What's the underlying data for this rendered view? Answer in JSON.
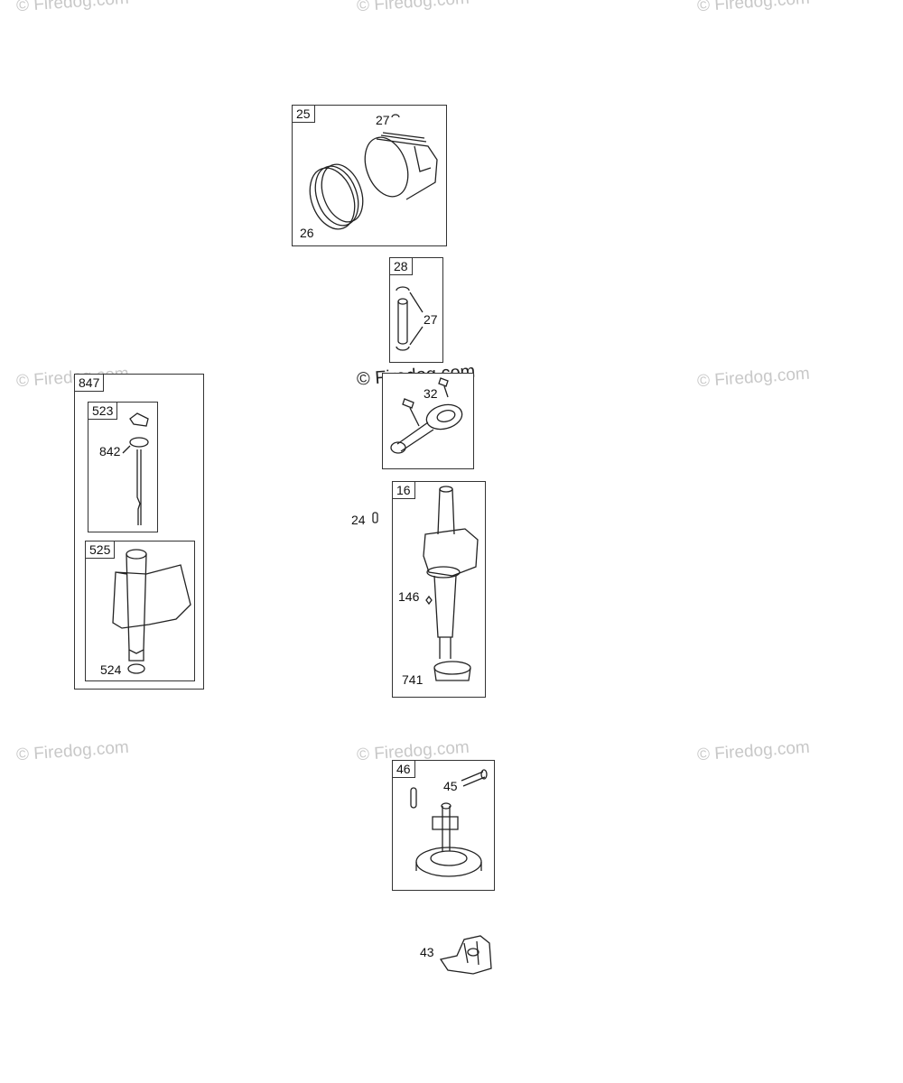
{
  "watermark": {
    "text": "© Firedog.com"
  },
  "callouts": {
    "c25": "25",
    "c26": "26",
    "c27a": "27",
    "c28": "28",
    "c27b": "27",
    "c32": "32",
    "c847": "847",
    "c523": "523",
    "c842": "842",
    "c525": "525",
    "c524": "524",
    "c16": "16",
    "c24": "24",
    "c146": "146",
    "c741": "741",
    "c46": "46",
    "c45": "45",
    "c43": "43"
  },
  "colors": {
    "line": "#333333",
    "watermark": "#c8c8c8",
    "background": "#ffffff"
  }
}
